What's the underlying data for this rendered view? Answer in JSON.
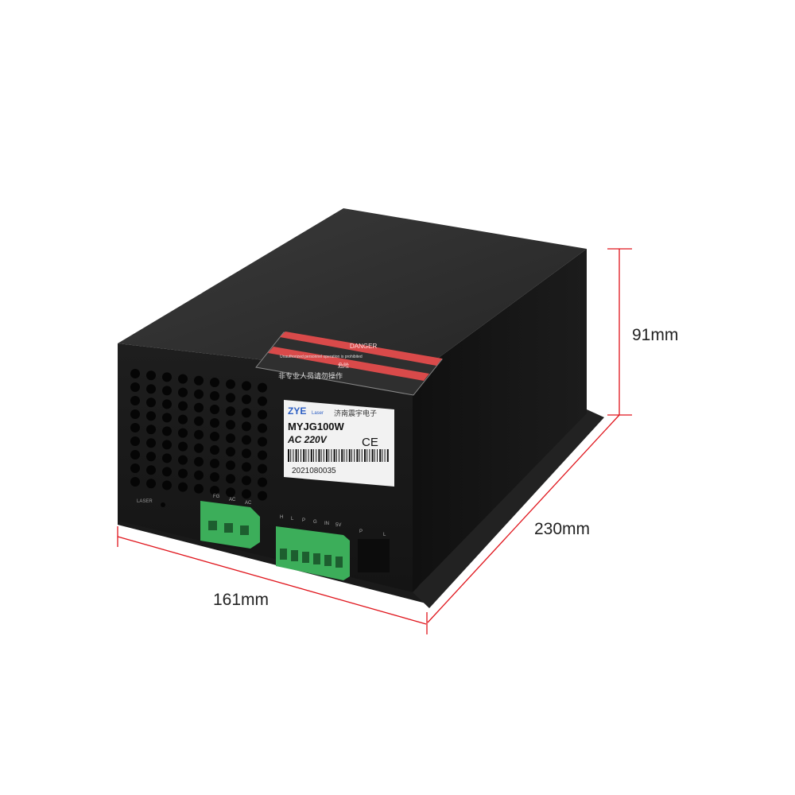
{
  "product": {
    "danger_en": "DANGER",
    "danger_warning": "Unauthorized personnel operation is prohibited",
    "danger_cn_title": "危险",
    "danger_cn": "非专业人员请勿操作",
    "brand": "ZYE",
    "brand_sub": "Laser",
    "maker_cn": "济南震宇电子",
    "model": "MYJG100W",
    "voltage": "AC 220V",
    "ce_mark": "CE",
    "serial": "2021080035",
    "laser_label": "LASER",
    "terminal_left": [
      "FG",
      "AC",
      "AC"
    ],
    "terminal_right": [
      "H",
      "L",
      "P",
      "G",
      "IN",
      "5V"
    ],
    "port_labels": [
      "P",
      "L"
    ]
  },
  "dimensions": {
    "height": "91mm",
    "length": "230mm",
    "width": "161mm",
    "line_color": "#e0151c"
  }
}
